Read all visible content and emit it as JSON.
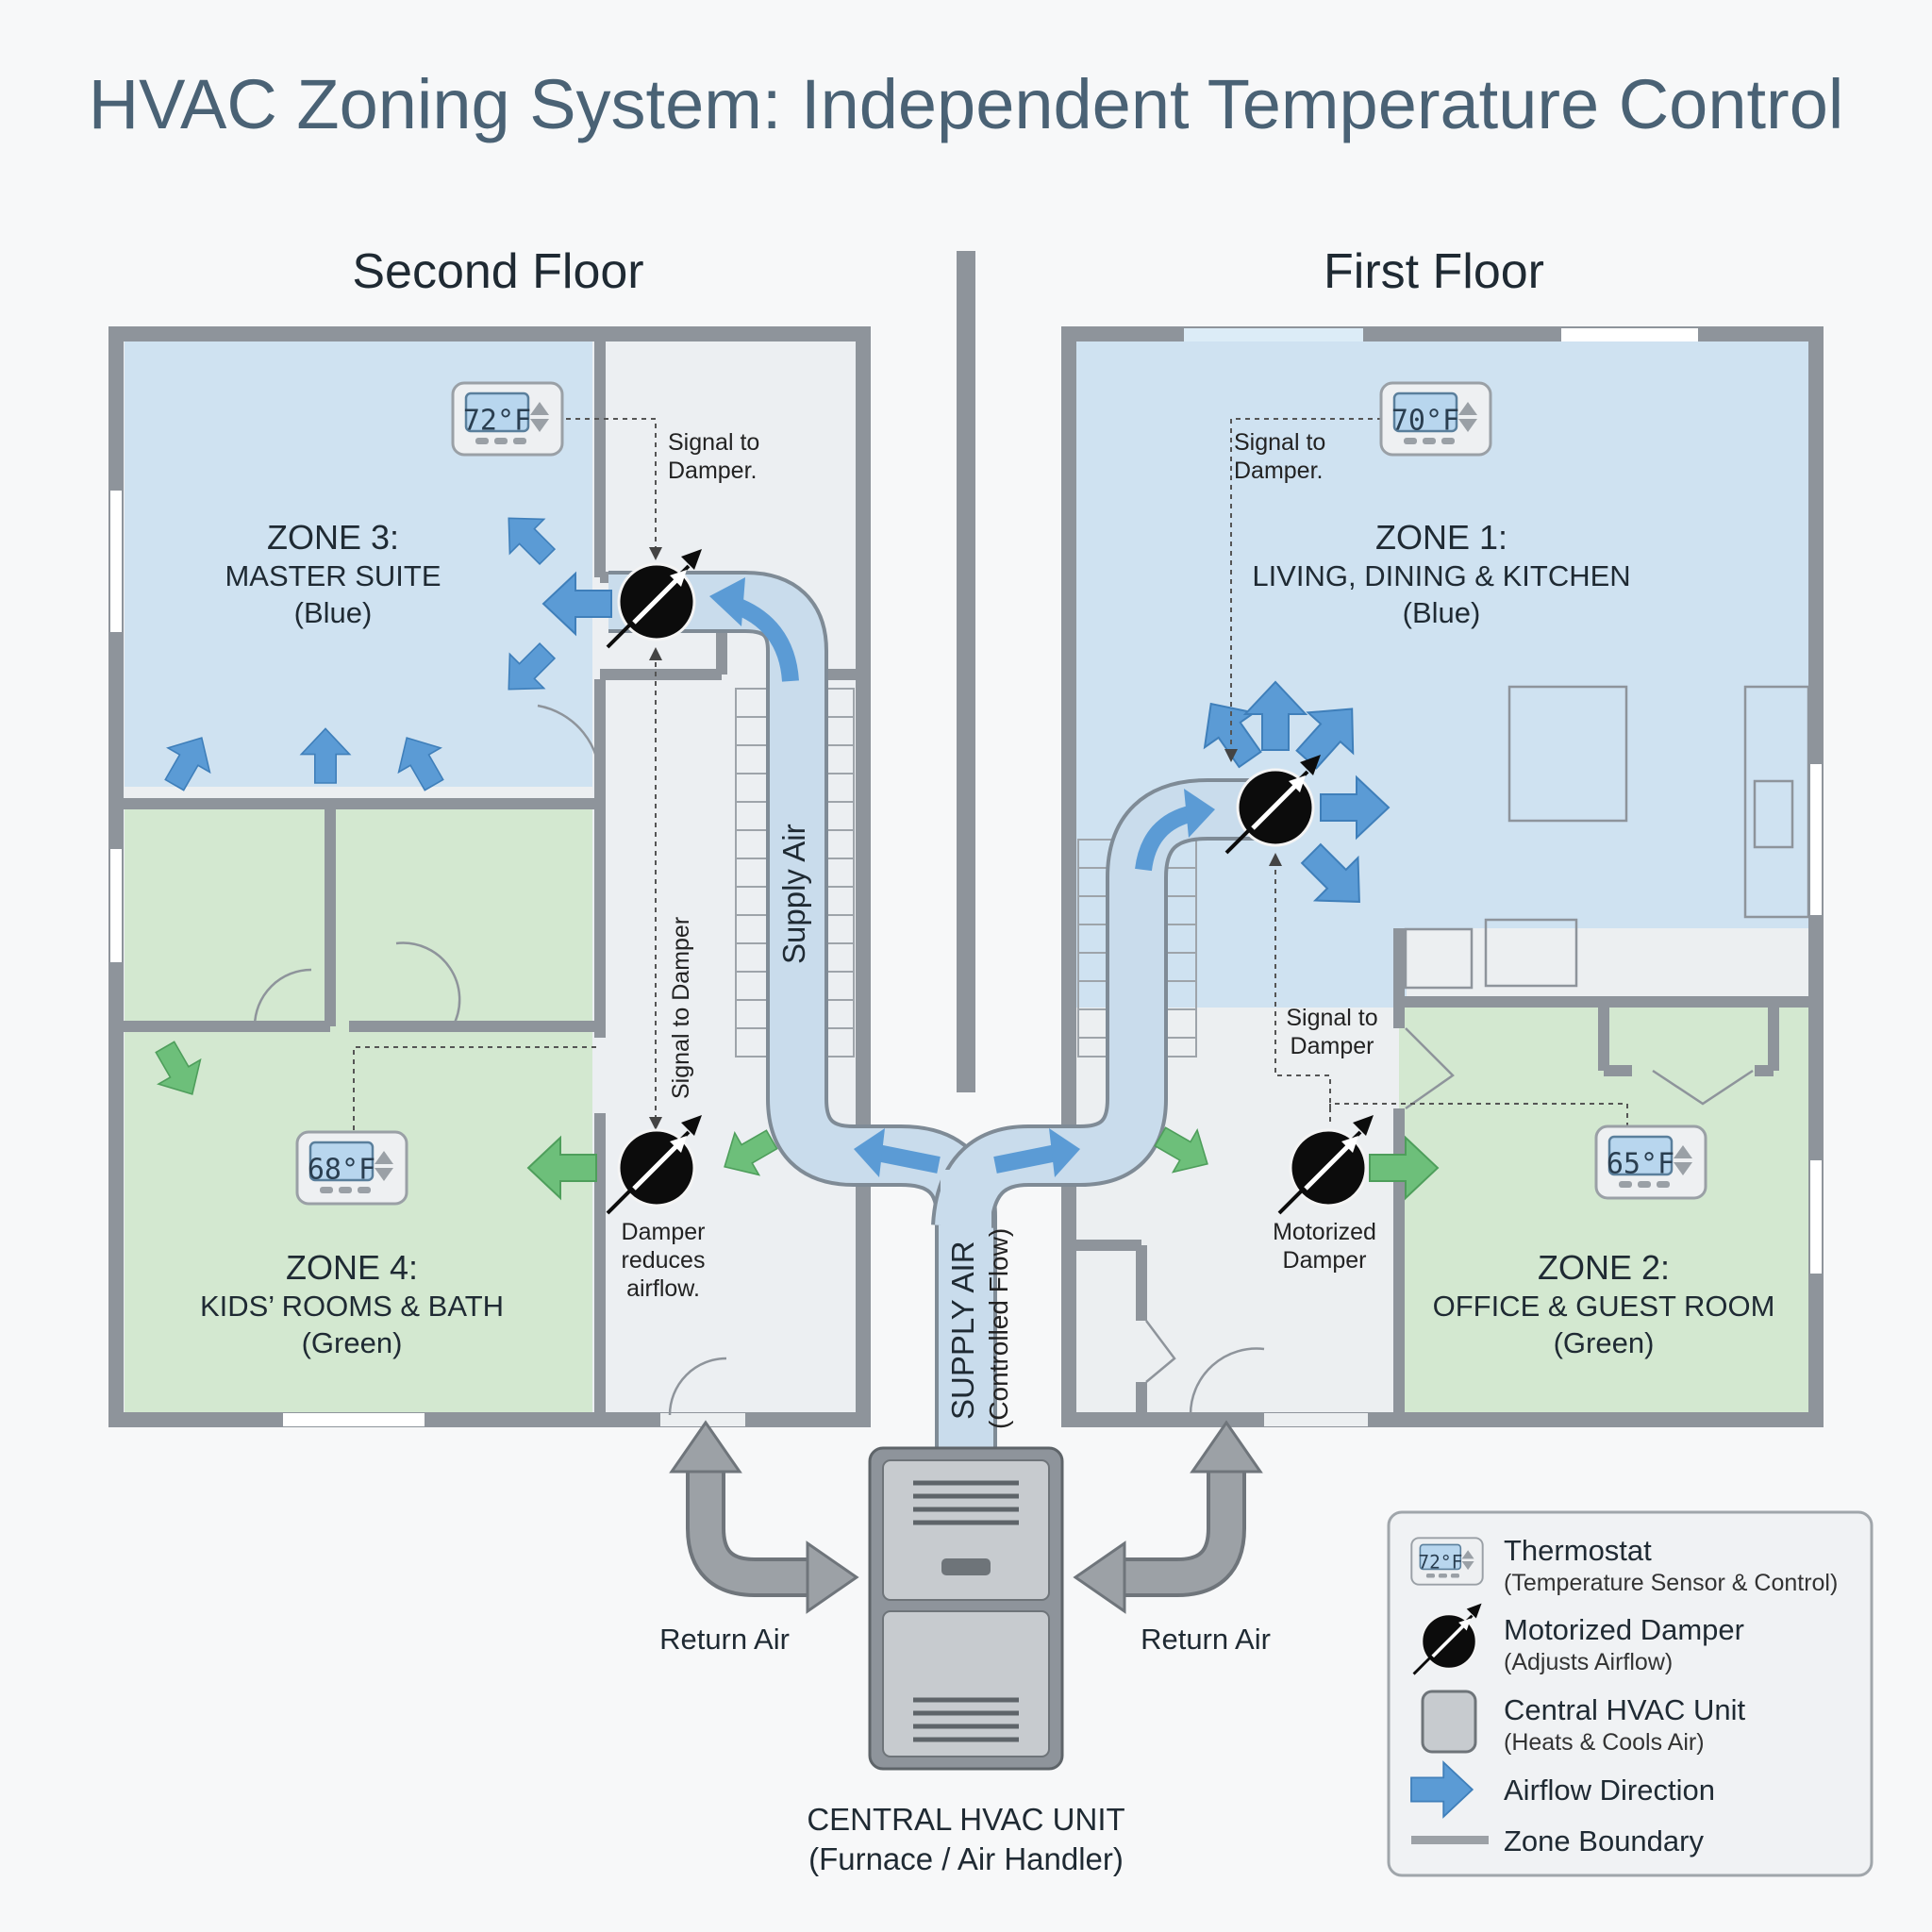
{
  "title": "HVAC Zoning System: Independent Temperature Control",
  "floors": {
    "second": "Second Floor",
    "first": "First Floor"
  },
  "zones": {
    "zone3": {
      "heading": "ZONE 3:",
      "name": "MASTER SUITE",
      "color_label": "(Blue)"
    },
    "zone4": {
      "heading": "ZONE 4:",
      "name": "KIDS’ ROOMS & BATH",
      "color_label": "(Green)"
    },
    "zone1": {
      "heading": "ZONE 1:",
      "name": "LIVING, DINING & KITCHEN",
      "color_label": "(Blue)"
    },
    "zone2": {
      "heading": "ZONE 2:",
      "name": "OFFICE & GUEST ROOM",
      "color_label": "(Green)"
    }
  },
  "thermostats": {
    "zone3": "72°F",
    "zone1": "70°F",
    "zone4": "68°F",
    "zone2": "65°F"
  },
  "notes": {
    "signal_z3_l1": "Signal to",
    "signal_z3_l2": "Damper.",
    "signal_z1_l1": "Signal to",
    "signal_z1_l2": "Damper.",
    "signal_z4": "Signal to Damper",
    "signal_z2_l1": "Signal to",
    "signal_z2_l2": "Damper",
    "damper_reduces_l1": "Damper",
    "damper_reduces_l2": "reduces",
    "damper_reduces_l3": "airflow.",
    "motorized_l1": "Motorized",
    "motorized_l2": "Damper"
  },
  "ducts": {
    "supply_air": "Supply Air",
    "main_supply_l1": "SUPPLY AIR",
    "main_supply_l2": "(Controlled Flow)"
  },
  "return_air": {
    "left": "Return Air",
    "right": "Return Air"
  },
  "hvac_unit": {
    "line1": "CENTRAL HVAC UNIT",
    "line2": "(Furnace / Air Handler)"
  },
  "legend": {
    "thermostat_icon_text": "72°F",
    "thermostat": "Thermostat",
    "thermostat_sub": "(Temperature Sensor & Control)",
    "damper": "Motorized Damper",
    "damper_sub": "(Adjusts Airflow)",
    "unit": "Central HVAC Unit",
    "unit_sub": "(Heats & Cools Air)",
    "airflow": "Airflow Direction",
    "boundary": "Zone Boundary"
  },
  "colors": {
    "zone_blue": "#cfe2f1",
    "zone_green": "#d3e8d0",
    "wall": "#8e949b",
    "duct": "#c9dcec",
    "arrow_blue": "#5b9bd5",
    "arrow_green": "#6dbf7a",
    "return_arrow": "#8c9095",
    "title": "#4a6275"
  }
}
